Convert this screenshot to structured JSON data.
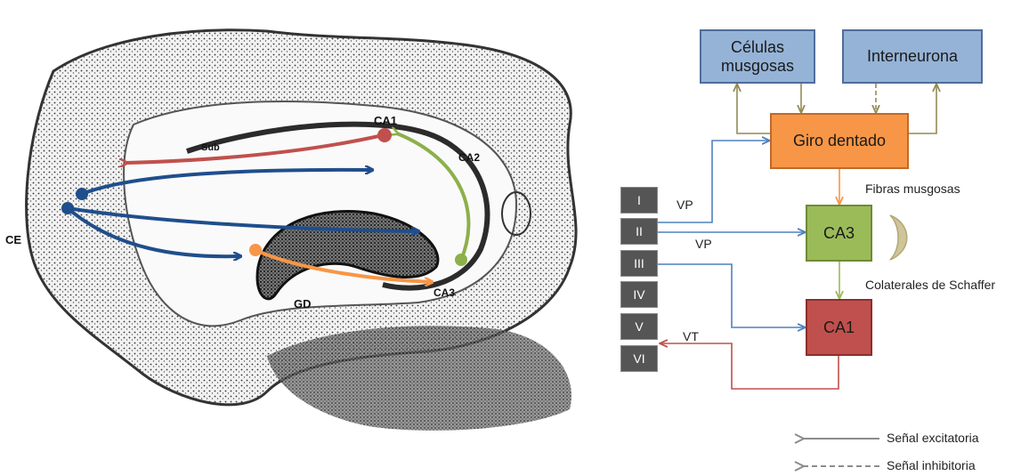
{
  "hippocampus": {
    "labels": {
      "ce": "CE",
      "sub": "Sub",
      "ca1": "CA1",
      "ca2": "CA2",
      "ca3": "CA3",
      "gd": "GD"
    }
  },
  "circuit": {
    "boxes": {
      "celulas": "Células musgosas",
      "interneurona": "Interneurona",
      "giro": "Giro dentado",
      "ca3": "CA3",
      "ca1": "CA1"
    },
    "layers": [
      "I",
      "II",
      "III",
      "IV",
      "V",
      "VI"
    ],
    "pathway_labels": {
      "vp1": "VP",
      "vp2": "VP",
      "vt": "VT",
      "fibras": "Fibras musgosas",
      "colaterales": "Colaterales de Schaffer"
    },
    "colors": {
      "celulas_fill": "#95b3d7",
      "interneurona_fill": "#95b3d7",
      "giro_fill": "#f79646",
      "ca3_fill": "#9bbb59",
      "ca1_fill": "#c0504d",
      "blue_path": "#4f81bd",
      "red_path": "#c0504d",
      "orange_path": "#f79646",
      "green_path": "#9bbb59",
      "olive_path": "#948a54"
    }
  },
  "legend": {
    "excitatory": "Señal excitatoria",
    "inhibitory": "Señal inhibitoria"
  }
}
